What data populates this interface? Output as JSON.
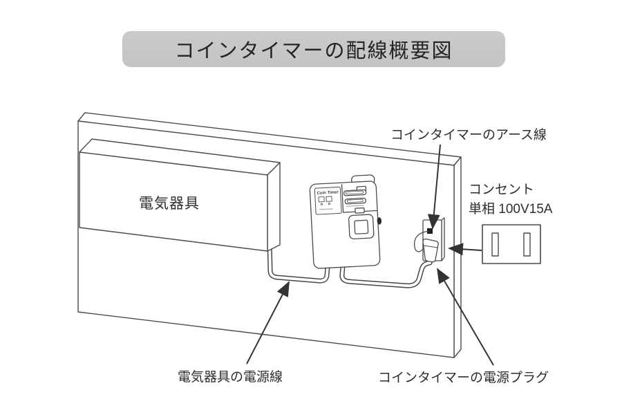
{
  "title": "コインタイマーの配線概要図",
  "appliance": {
    "label": "電気器具"
  },
  "device": {
    "logo": "Coin Timer"
  },
  "outlet_info": {
    "line1": "コンセント",
    "line2": "単相 100V15A"
  },
  "callouts": {
    "earth_wire": "コインタイマーのアース線",
    "appliance_cord": "電気器具の電源線",
    "power_plug": "コインタイマーの電源プラグ"
  },
  "colors": {
    "banner_bg": "#c6c6c8",
    "line": "#444444",
    "text": "#2d2d2d",
    "earth_terminal": "#1e1e1e"
  }
}
